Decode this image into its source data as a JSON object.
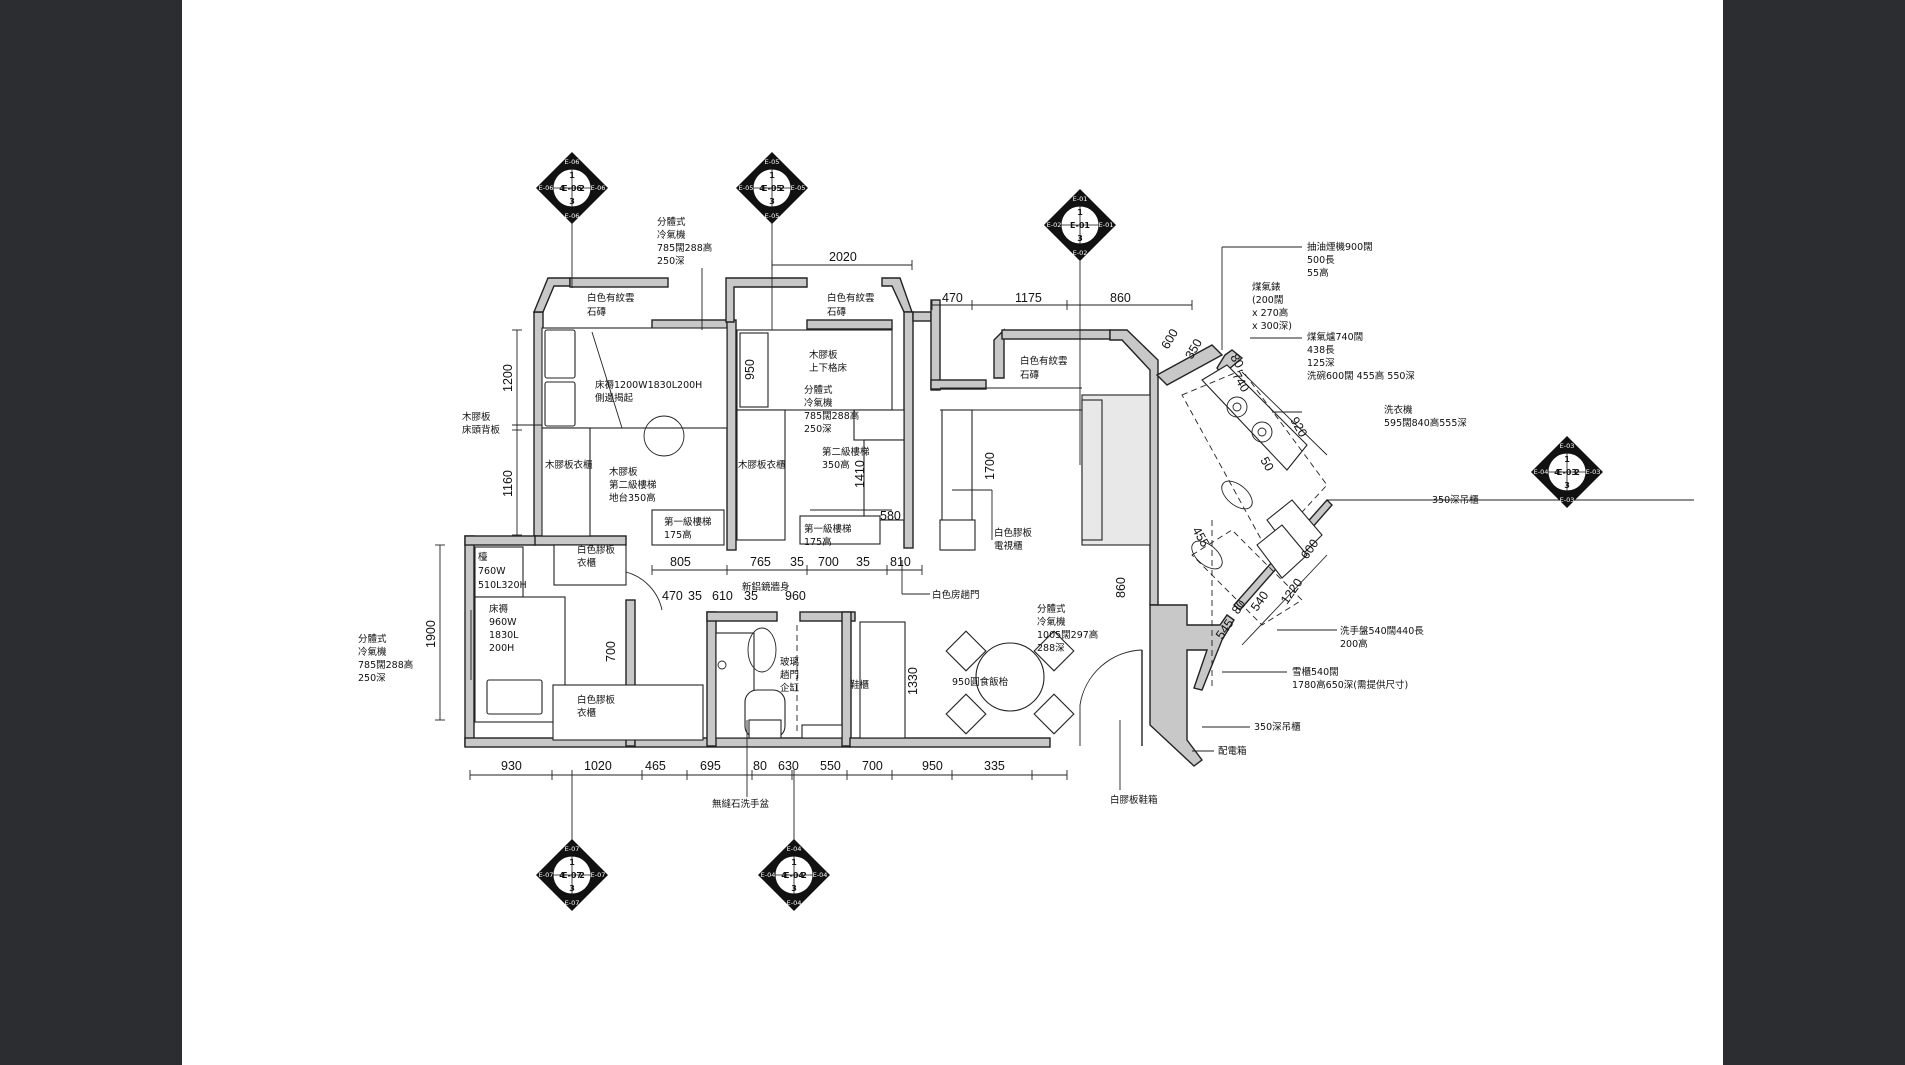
{
  "page": {
    "background": "#2b2d31",
    "sheet": "#ffffff",
    "wall_fill": "#c8c8c8",
    "ink": "#222222"
  },
  "markers": {
    "m1": {
      "n": "1",
      "e": "2",
      "s": "3",
      "w": "4",
      "nc": "E-06",
      "ec": "E-06",
      "sc": "E-06",
      "wc": "E-06",
      "mid": "E-06"
    },
    "m2": {
      "n": "1",
      "e": "2",
      "s": "3",
      "w": "4",
      "nc": "E-05",
      "ec": "E-05",
      "sc": "E-05",
      "wc": "E-05",
      "mid": "E-05"
    },
    "m3": {
      "n": "1",
      "e": "",
      "s": "3",
      "w": "",
      "nc": "E-01",
      "ec": "E-01",
      "sc": "E-02",
      "wc": "E-02",
      "mid": "E-01"
    },
    "m4": {
      "n": "1",
      "e": "2",
      "s": "3",
      "w": "4",
      "nc": "E-03",
      "ec": "E-03",
      "sc": "E-03",
      "wc": "E-04",
      "mid": "E-03"
    },
    "m5": {
      "n": "1",
      "e": "2",
      "s": "3",
      "w": "4",
      "nc": "E-07",
      "ec": "E-07",
      "sc": "E-07",
      "wc": "E-07",
      "mid": "E-07"
    },
    "m6": {
      "n": "1",
      "e": "2",
      "s": "3",
      "w": "4",
      "nc": "E-04",
      "ec": "E-04",
      "sc": "E-04",
      "wc": "E-04",
      "mid": "E-04"
    }
  },
  "dims": {
    "top_2020": "2020",
    "top_470": "470",
    "top_1175": "1175",
    "top_860": "860",
    "left_1200": "1200",
    "left_1160": "1160",
    "left_1900": "1900",
    "mid_805": "805",
    "mid_765": "765",
    "mid_35a": "35",
    "mid_700": "700",
    "mid_35b": "35",
    "mid_810": "810",
    "bath_470": "470",
    "bath_35a": "35",
    "bath_610": "610",
    "bath_35b": "35",
    "bath_960": "960",
    "bot_930": "930",
    "bot_1020": "1020",
    "bot_465": "465",
    "bot_695": "695",
    "bot_80": "80",
    "bot_630": "630",
    "bot_550": "550",
    "bot_700": "700",
    "bot_950": "950",
    "bot_335": "335",
    "v_950": "950",
    "v_1410": "1410",
    "v_580": "580",
    "v_1700": "1700",
    "v_700": "700",
    "v_1330": "1330",
    "v_860": "860",
    "k_600": "600",
    "k_350": "350",
    "k_80": "80",
    "k_740": "740",
    "k_920": "920",
    "k_50": "50",
    "k_455": "455",
    "k_600b": "600",
    "k_1220": "1220",
    "k_540": "540",
    "k_80b": "80",
    "k_545": "545"
  },
  "labels": {
    "bay1": "白色有紋雲",
    "bay1b": "石磚",
    "bay2": "白色有紋雲",
    "bay2b": "石磚",
    "bay3": "白色有紋雲",
    "bay3b": "石磚",
    "ac1": "分體式",
    "ac1b": "冷氣機",
    "ac1c": "785闊288高",
    "ac1d": "250深",
    "bed1": "床褥1200W1830L200H",
    "bed1b": "側邊揭起",
    "headboard": "木膠板",
    "headboardb": "床頭背板",
    "wardrobe1": "木膠板衣櫃",
    "step2": "木膠板",
    "step2b": "第二級樓梯",
    "step2c": "地台350高",
    "step1a": "第一級樓梯",
    "step1ab": "175高",
    "bunk": "木膠板",
    "bunkb": "上下格床",
    "ac2": "分體式",
    "ac2b": "冷氣機",
    "ac2c": "785闊288高",
    "ac2d": "250深",
    "wardrobe2": "木膠板衣櫃",
    "step3": "第二級樓梯",
    "step3b": "350高",
    "step1b": "第一級樓梯",
    "step1bb": "175高",
    "desk": "檯",
    "deskb": "760W",
    "deskc": "510L320H",
    "bed3": "床褥",
    "bed3b": "960W",
    "bed3c": "1830L",
    "bed3d": "200H",
    "ac3": "分體式",
    "ac3b": "冷氣機",
    "ac3c": "785闊288高",
    "ac3d": "250深",
    "wardrobe3": "白色膠板",
    "wardrobe3b": "衣櫃",
    "wardrobe4": "白色膠板",
    "wardrobe4b": "衣櫃",
    "mirror": "新鋁鏡牆身",
    "glass": "玻璃",
    "glassb": "趟門",
    "glassc": "企缸",
    "basin": "無縫石洗手盆",
    "shoe": "鞋櫃",
    "tv": "白色膠板",
    "tvb": "電視櫃",
    "doors": "白色房趟門",
    "ac4": "分體式",
    "ac4b": "冷氣機",
    "ac4c": "1005闊297高",
    "ac4d": "288深",
    "dining": "950圓食飯枱",
    "shoe2": "白膠板鞋箱",
    "hood": "抽油煙機900闊",
    "hoodb": "500長",
    "hoodc": "55高",
    "gas": "煤氣錶",
    "gasb": "(200闊",
    "gasc": "x 270高",
    "gasd": "x 300深)",
    "stove": "煤氣爐740闊",
    "stoveb": "438長",
    "stovec": "125深",
    "stoved": "洗碗600闊  455高  550深",
    "washer": "洗衣機",
    "washerb": "595闊840高555深",
    "hang1": "350深吊櫃",
    "sink": "洗手盤540闊440長",
    "sinkb": "200高",
    "fridge": "雪櫃540闊",
    "fridgeb": "1780高650深(需提供尺寸)",
    "hang2": "350深吊櫃",
    "elec": "配電箱"
  }
}
